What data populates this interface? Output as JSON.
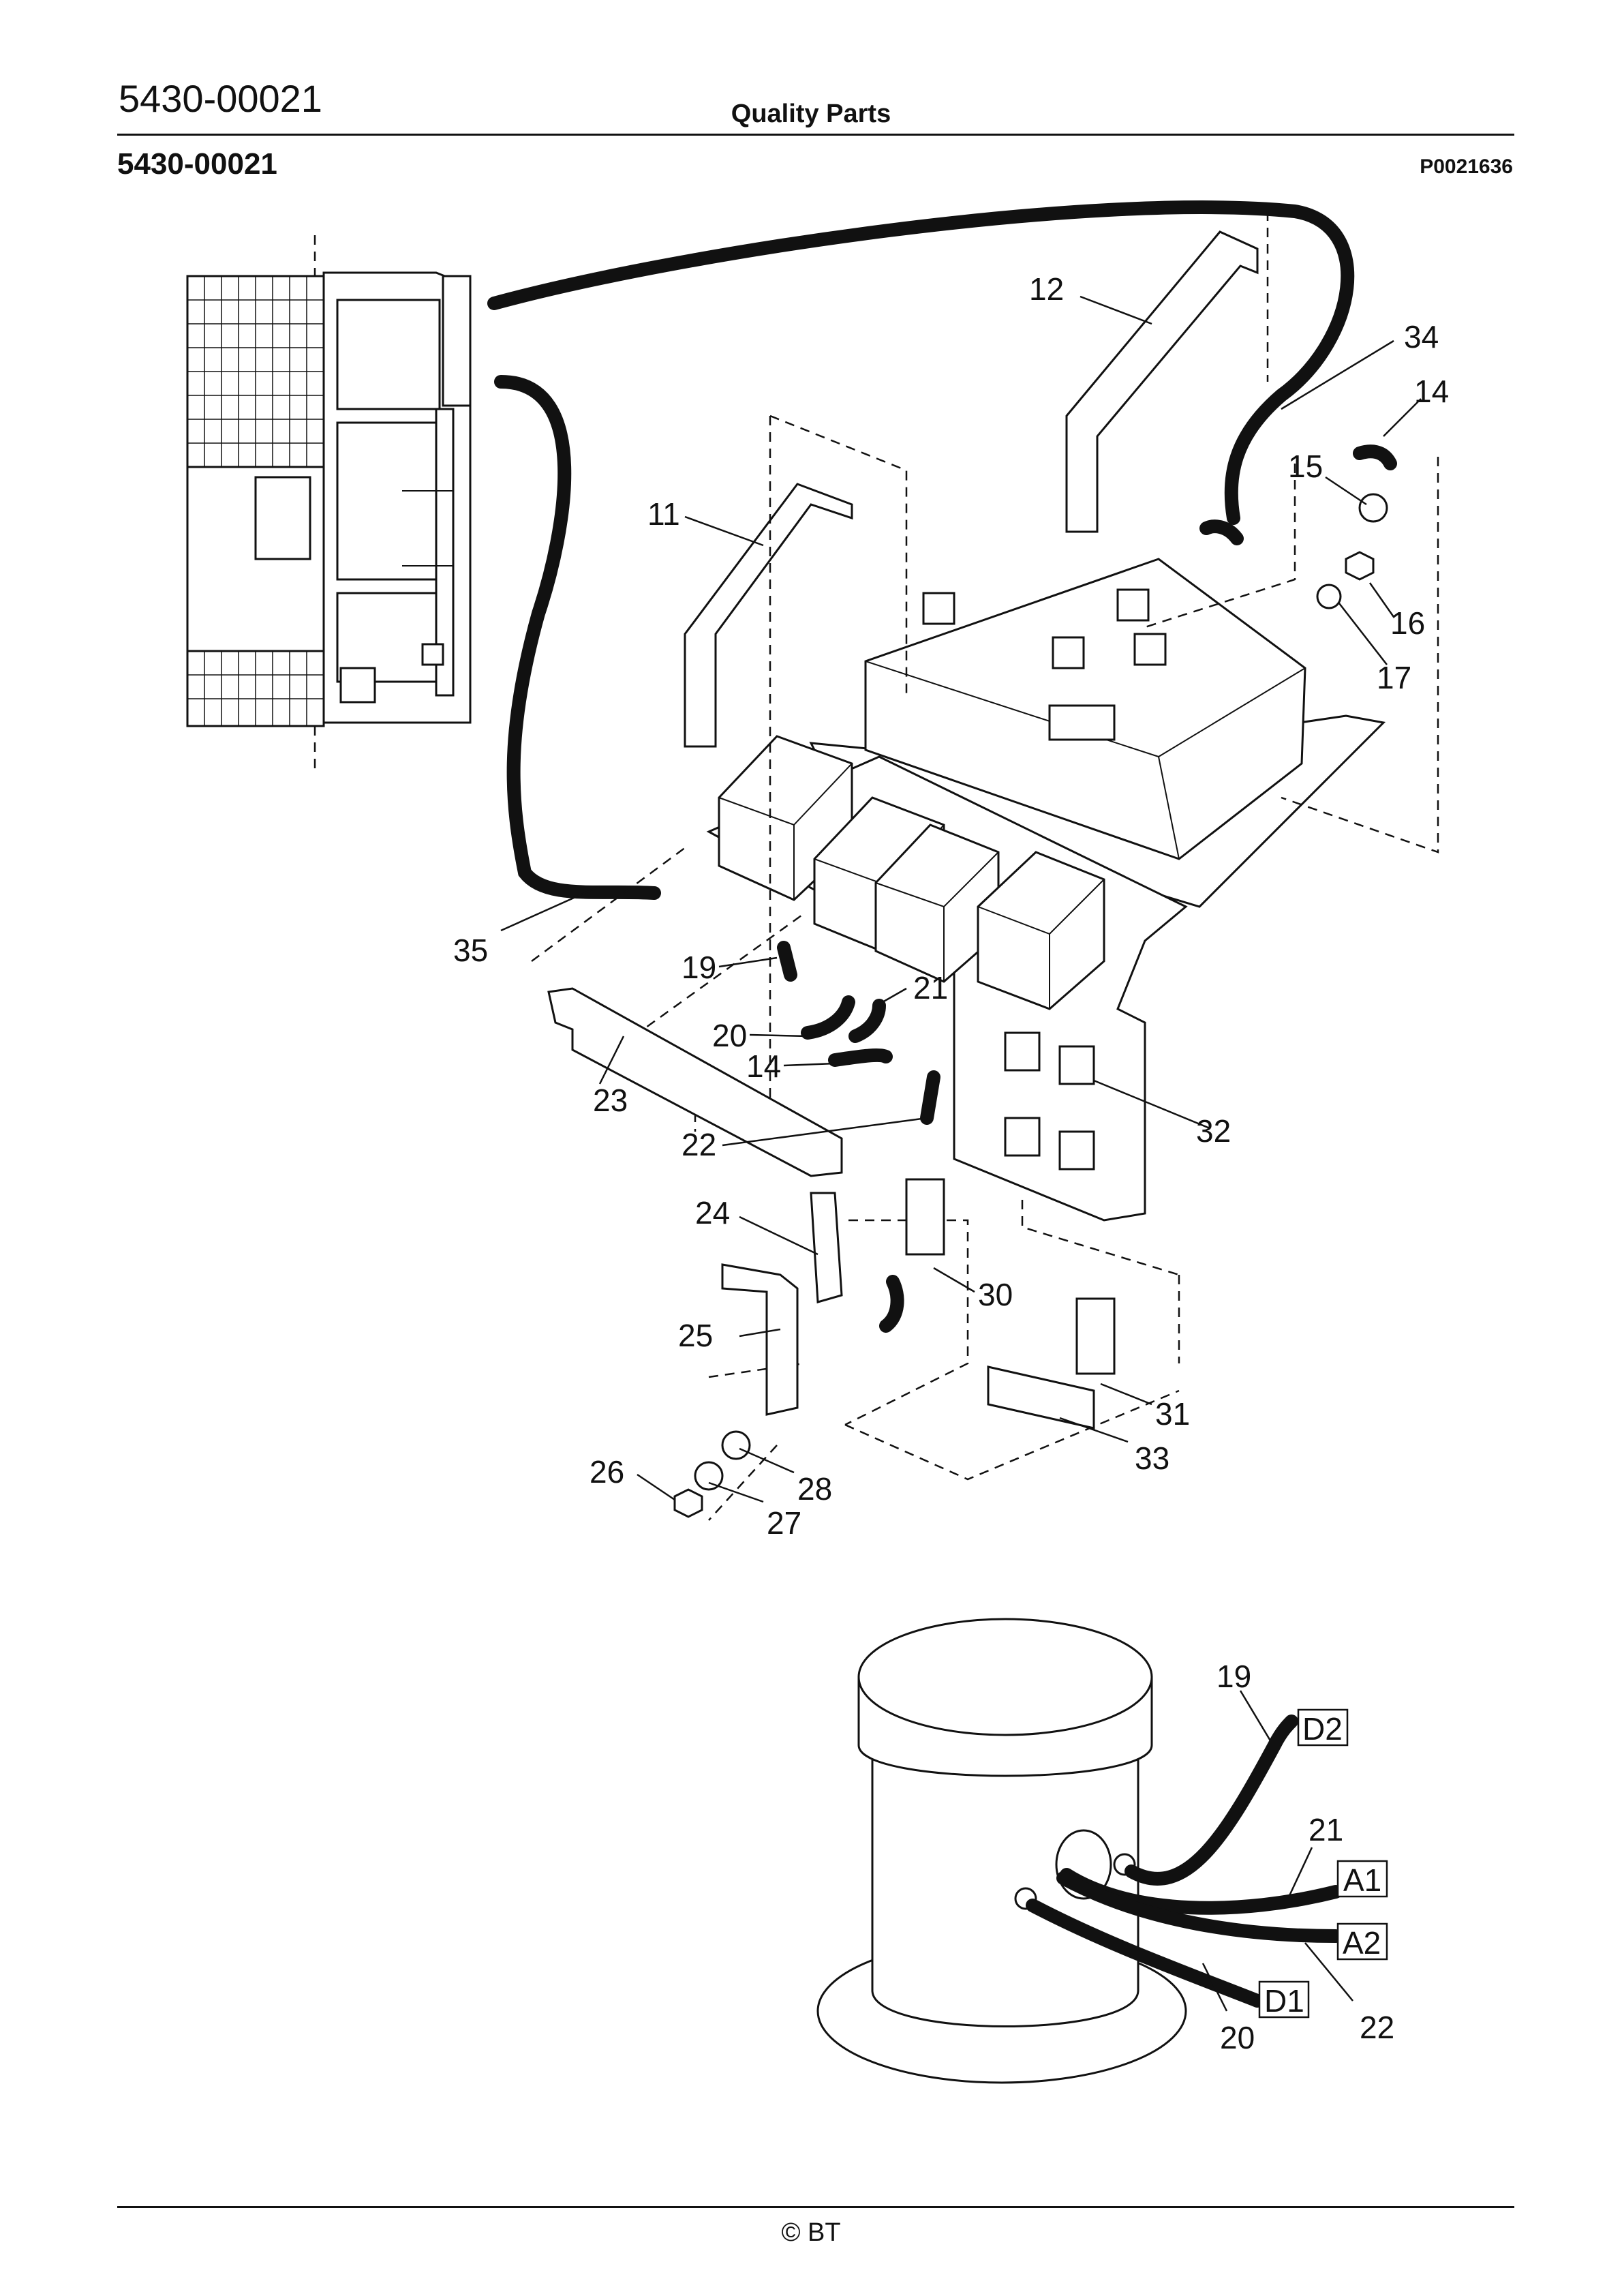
{
  "header": {
    "doc_id_top": "5430-00021",
    "center_title": "Quality Parts",
    "doc_id_bold": "5430-00021",
    "drawing_number": "P0021636"
  },
  "callouts": {
    "c11": "11",
    "c12": "12",
    "c14a": "14",
    "c14b": "14",
    "c15": "15",
    "c16": "16",
    "c17": "17",
    "c19": "19",
    "c20": "20",
    "c21": "21",
    "c22": "22",
    "c23": "23",
    "c24": "24",
    "c25": "25",
    "c26": "26",
    "c27": "27",
    "c28": "28",
    "c30": "30",
    "c31": "31",
    "c32": "32",
    "c33": "33",
    "c34": "34",
    "c35": "35"
  },
  "motor_detail": {
    "callouts": {
      "c19": "19",
      "c21": "21",
      "c22": "22",
      "c20": "20"
    },
    "terminals": {
      "d2": "D2",
      "a1": "A1",
      "a2": "A2",
      "d1": "D1"
    }
  },
  "footer": {
    "copyright": "© BT"
  }
}
